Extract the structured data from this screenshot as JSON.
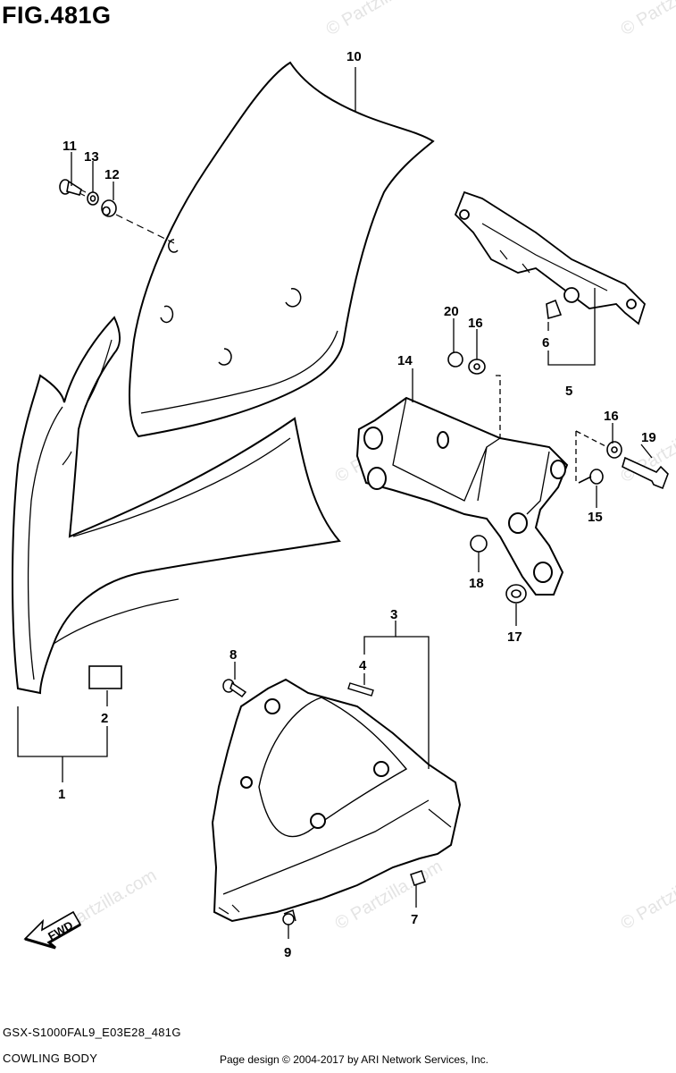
{
  "figure": {
    "title": "FIG.481G",
    "model_code": "GSX-S1000FAL9_E03E28_481G",
    "section_name": "COWLING BODY",
    "copyright": "Page design © 2004-2017 by ARI Network Services, Inc.",
    "fwd_label": "FWD",
    "watermark": "© Partzilla.com"
  },
  "callouts": [
    "1",
    "2",
    "3",
    "4",
    "5",
    "6",
    "7",
    "8",
    "9",
    "10",
    "11",
    "12",
    "13",
    "14",
    "15",
    "16",
    "16",
    "17",
    "18",
    "19",
    "20"
  ],
  "colors": {
    "line": "#000000",
    "watermark": "#e4e4e4",
    "background": "#ffffff"
  }
}
